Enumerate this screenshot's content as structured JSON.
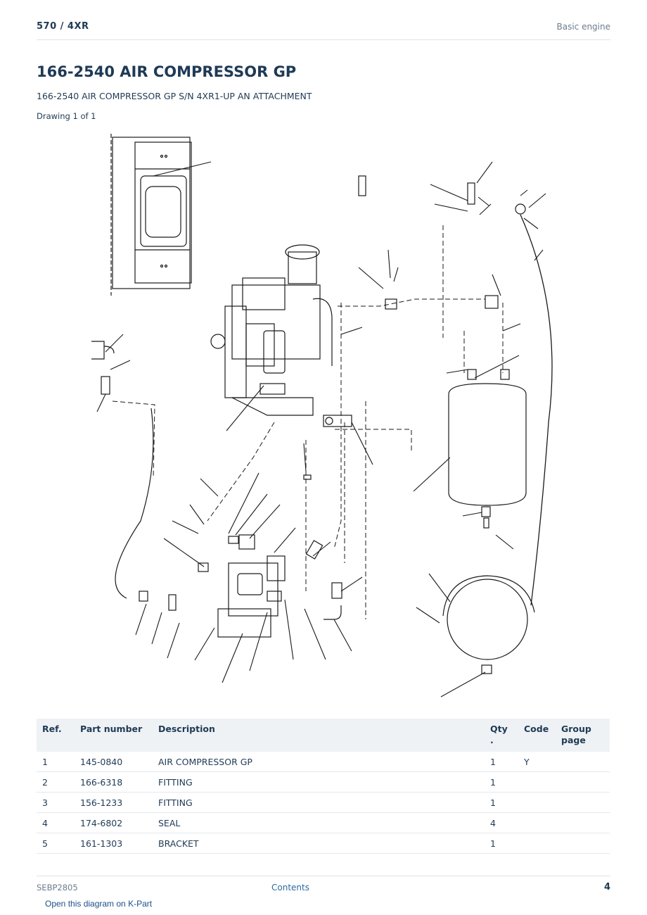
{
  "header": {
    "model": "570  /  4XR",
    "section": "Basic engine"
  },
  "title": "166-2540 AIR COMPRESSOR GP",
  "subtitle": "166-2540 AIR COMPRESSOR GP S/N 4XR1-UP AN ATTACHMENT",
  "drawing_label": "Drawing 1 of 1",
  "table": {
    "headers": {
      "ref": "Ref.",
      "part_number": "Part number",
      "description": "Description",
      "qty": "Qty\n.",
      "code": "Code",
      "group_page": "Group page"
    },
    "rows": [
      {
        "ref": "1",
        "part_number": "145-0840",
        "description": "AIR COMPRESSOR GP",
        "qty": "1",
        "code": "Y",
        "group_page": ""
      },
      {
        "ref": "2",
        "part_number": "166-6318",
        "description": "FITTING",
        "qty": "1",
        "code": "",
        "group_page": ""
      },
      {
        "ref": "3",
        "part_number": "156-1233",
        "description": "FITTING",
        "qty": "1",
        "code": "",
        "group_page": ""
      },
      {
        "ref": "4",
        "part_number": "174-6802",
        "description": "SEAL",
        "qty": "4",
        "code": "",
        "group_page": ""
      },
      {
        "ref": "5",
        "part_number": "161-1303",
        "description": "BRACKET",
        "qty": "1",
        "code": "",
        "group_page": ""
      }
    ]
  },
  "footer": {
    "doc_id": "SEBP2805",
    "contents_link": "Contents",
    "page_number": "4"
  },
  "kpart_link": "Open this diagram on K-Part"
}
